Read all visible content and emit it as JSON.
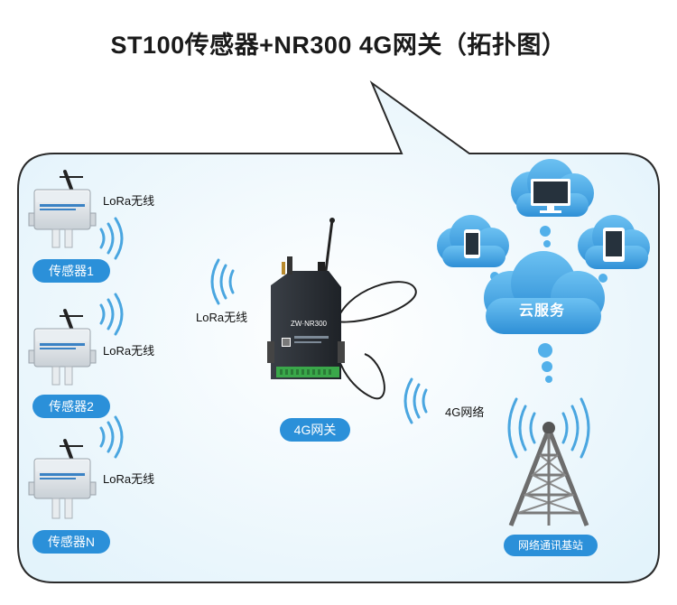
{
  "title": "ST100传感器+NR300 4G网关（拓扑图）",
  "sensors": [
    {
      "name": "传感器1",
      "link": "LoRa无线"
    },
    {
      "name": "传感器2",
      "link": "LoRa无线"
    },
    {
      "name": "传感器N",
      "link": "LoRa无线"
    }
  ],
  "gateway": {
    "name": "4G网关",
    "link": "LoRa无线",
    "model": "ZW·NR300"
  },
  "network_link": "4G网络",
  "cloud": {
    "label": "云服务"
  },
  "base_station": {
    "label": "网络通讯基站"
  },
  "colors": {
    "accent": "#2b90d9",
    "bubble_border": "#2a2a2a",
    "bubble_fill": "#f0f9fd",
    "cloud": "#3fa3e6",
    "signal": "#4aa6e0"
  }
}
